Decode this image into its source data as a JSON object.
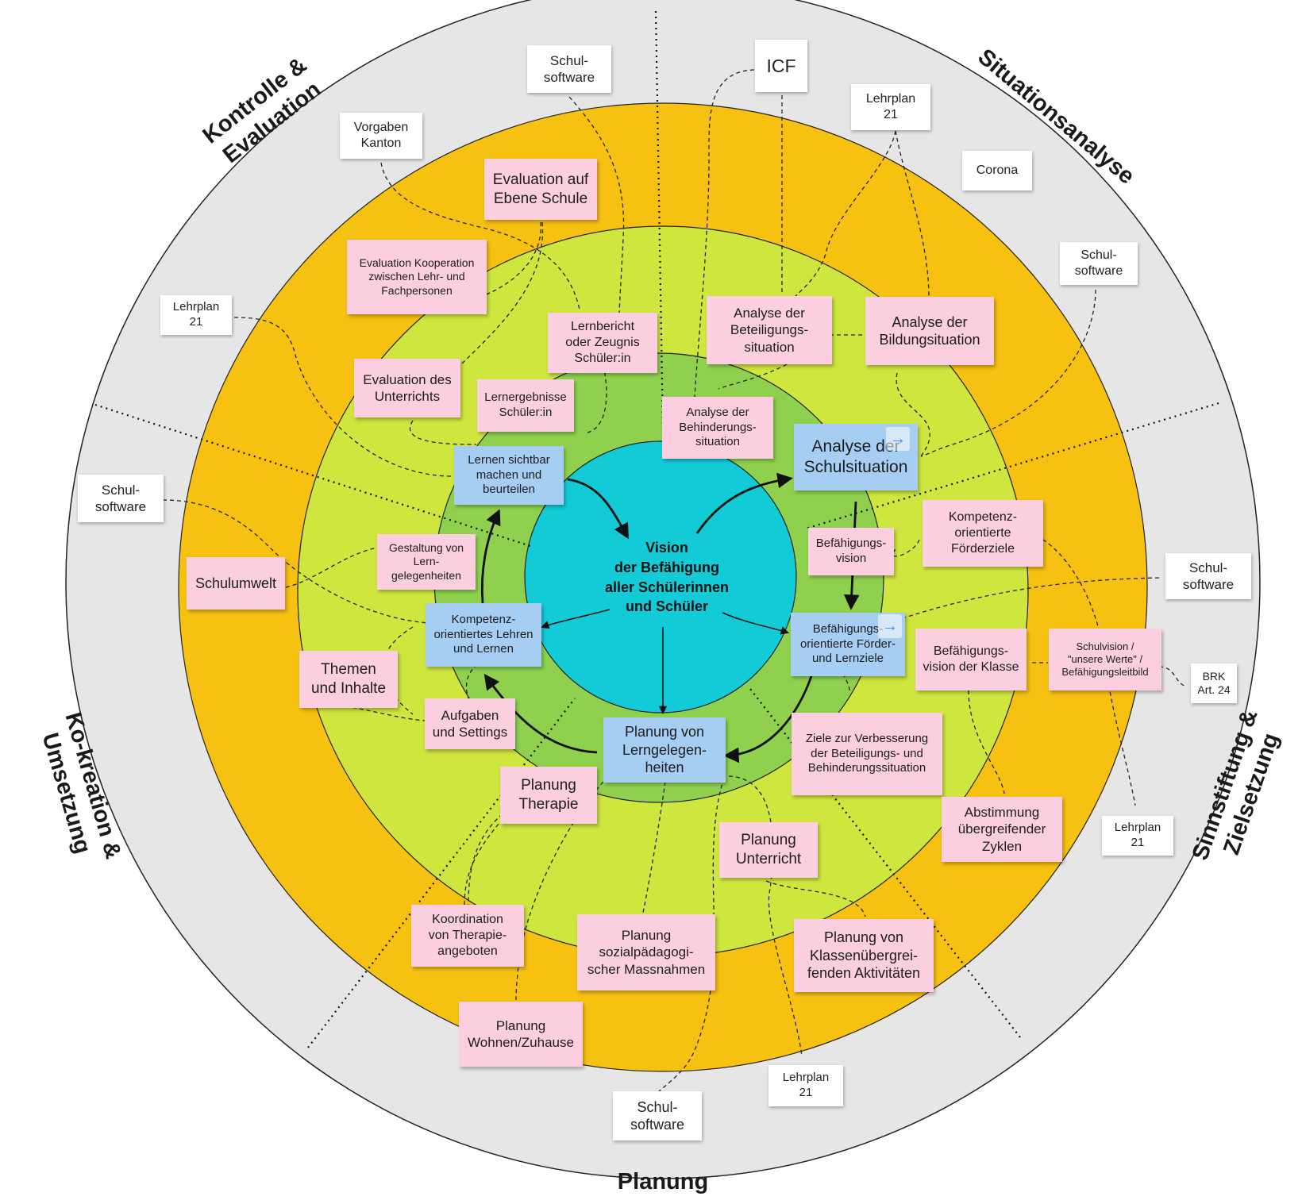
{
  "center": {
    "text": "Vision\nder Befähigung\naller Schülerinnen\nund Schüler"
  },
  "sectors": {
    "kontrolle": "Kontrolle &\nEvaluation",
    "situation": "Situationsanalyse",
    "sinn": "Sinnstiftung &\nZielsetzung",
    "planung": "Planung",
    "kokreation": "Ko-kreation &\nUmsetzung"
  },
  "colors": {
    "outer_ring": "#e6e6e6",
    "orange_ring": "#f7c112",
    "light_green_ring": "#cee63e",
    "green_ring": "#8fd14f",
    "center": "#12cbd6",
    "pink_note": "#fbcfe0",
    "blue_note": "#a6cdf2"
  },
  "notes": {
    "schul_software_top": "Schul-\nsoftware",
    "icf": "ICF",
    "lehrplan_top_right": "Lehrplan\n21",
    "corona": "Corona",
    "vorgaben_kanton": "Vorgaben\nKanton",
    "evaluation_schule": "Evaluation auf\nEbene Schule",
    "schul_software_right_top": "Schul-\nsoftware",
    "evaluation_kooperation": "Evaluation Kooperation\nzwischen Lehr- und\nFachpersonen",
    "lehrplan_left": "Lehrplan\n21",
    "lernbericht": "Lernbericht\noder Zeugnis\nSchüler:in",
    "analyse_beteiligung": "Analyse der\nBeteiligungs-\nsituation",
    "analyse_bildung": "Analyse der\nBildungsituation",
    "evaluation_unterricht": "Evaluation des\nUnterrichts",
    "lernergebnisse": "Lernergebnisse\nSchüler:in",
    "analyse_behinderung": "Analyse der\nBehinderungs-\nsituation",
    "lernen_sichtbar": "Lernen sichtbar\nmachen und\nbeurteilen",
    "analyse_schulsituation": "Analyse der\nSchulsituation",
    "schul_software_left": "Schul-\nsoftware",
    "kompetenz_foerderziele": "Kompetenz-\norientierte\nFörderziele",
    "befaehigungsvision": "Befähigungs-\nvision",
    "gestaltung_lern": "Gestaltung von\nLern-\ngelegenheiten",
    "schulumwelt": "Schulumwelt",
    "schul_software_right": "Schul-\nsoftware",
    "kompetenz_lehren": "Kompetenz-\norientiertes Lehren\nund Lernen",
    "befaehigung_ziele": "Befähigungs-\norientierte Förder-\nund Lernziele",
    "befaehigung_klasse": "Befähigungs-\nvision der Klasse",
    "schulvision": "Schulvision /\n\"unsere Werte\" /\nBefähigungsleitbild",
    "brk": "BRK\nArt. 24",
    "themen_inhalte": "Themen\nund Inhalte",
    "aufgaben_settings": "Aufgaben\nund Settings",
    "planung_lerngelegenheiten": "Planung von\nLerngelegen-\nheiten",
    "ziele_verbesserung": "Ziele zur Verbesserung\nder Beteiligungs- und\nBehinderungssituation",
    "planung_therapie": "Planung\nTherapie",
    "abstimmung_zyklen": "Abstimmung\nübergreifender\nZyklen",
    "lehrplan_right": "Lehrplan\n21",
    "planung_unterricht": "Planung\nUnterricht",
    "koordination_therapie": "Koordination\nvon Therapie-\nangeboten",
    "planung_sozial": "Planung\nsozialpädagogi-\nscher Massnahmen",
    "planung_klassen": "Planung von\nKlassenübergrei-\nfenden Aktivitäten",
    "planung_wohnen": "Planung\nWohnen/Zuhause",
    "lehrplan_bottom": "Lehrplan\n21",
    "schul_software_bottom": "Schul-\nsoftware"
  },
  "icons": {
    "expand_icon": "right-arrow-icon"
  }
}
